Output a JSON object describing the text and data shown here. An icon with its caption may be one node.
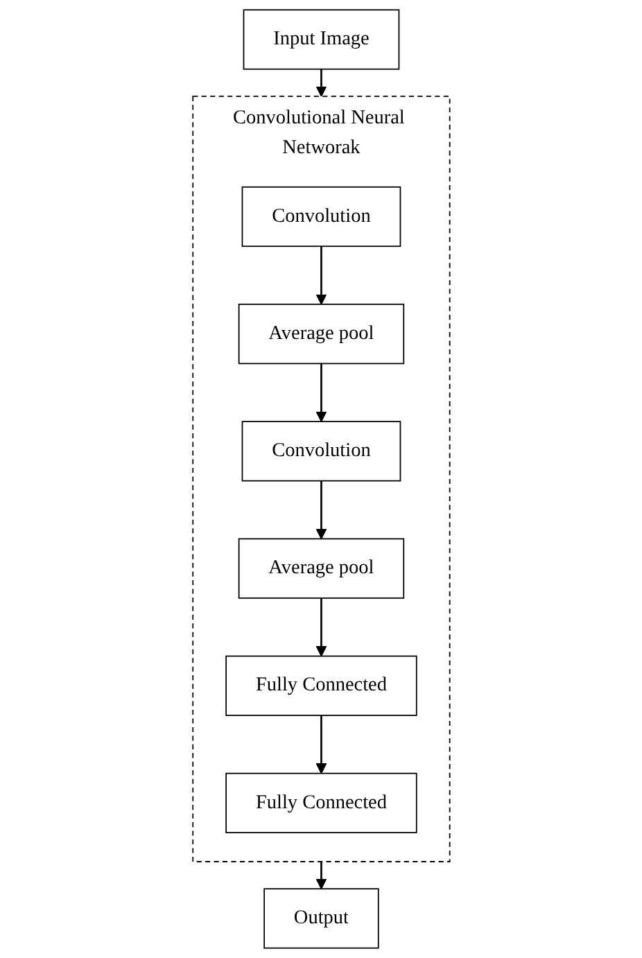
{
  "diagram": {
    "nodes": [
      {
        "text": [
          "Input Image"
        ]
      },
      {
        "text": [
          "Convolutional Neural Networak"
        ]
      },
      {
        "text": [
          "Convolution"
        ],
        "in": 1
      },
      {
        "text": [
          "Average pool"
        ],
        "in": 1
      },
      {
        "text": [
          "Convolution"
        ],
        "in": 1
      },
      {
        "text": [
          "Average pool"
        ],
        "in": 1
      },
      {
        "text": [
          "Fully Connected"
        ],
        "in": 1
      },
      {
        "text": [
          "Fully Connected"
        ],
        "in": 1
      },
      {
        "text": [
          "Output"
        ]
      }
    ],
    "edges": [
      {
        "from": 0,
        "to": 1,
        "arrow": "to"
      },
      {
        "from": 2,
        "to": 3,
        "arrow": "to"
      },
      {
        "from": 3,
        "to": 4,
        "arrow": "to"
      },
      {
        "from": 4,
        "to": 5,
        "arrow": "to"
      },
      {
        "from": 5,
        "to": 6,
        "arrow": "to"
      },
      {
        "from": 6,
        "to": 7,
        "arrow": "to"
      },
      {
        "from": 1,
        "to": 8,
        "arrow": "to"
      }
    ]
  }
}
